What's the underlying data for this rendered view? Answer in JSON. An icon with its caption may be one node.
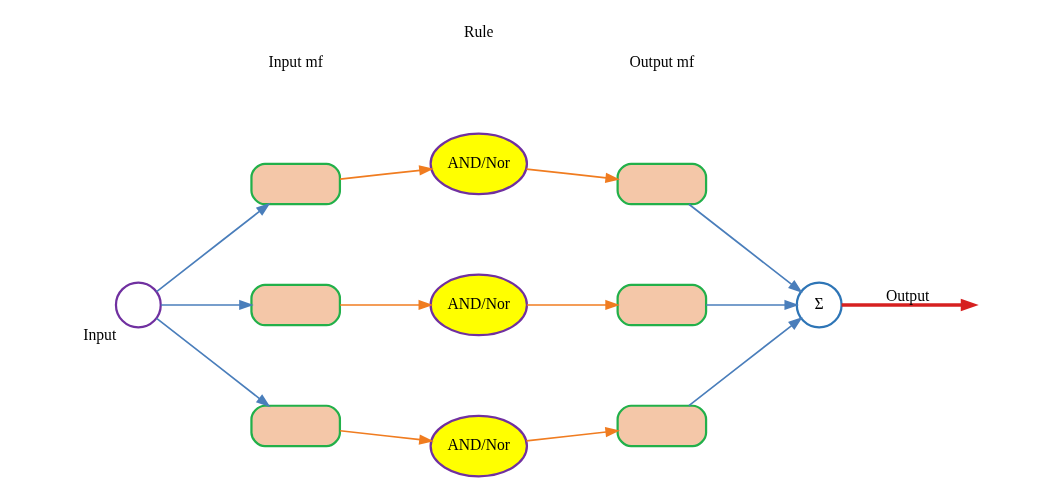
{
  "diagram": {
    "nodes": [
      {
        "text": [],
        "shape": "circle",
        "beside": [
          "Input"
        ]
      },
      {
        "text": [],
        "shape": "box"
      },
      {
        "text": [],
        "shape": "box"
      },
      {
        "text": [],
        "shape": "box"
      },
      {
        "text": [
          "AND/Nor"
        ]
      },
      {
        "text": [
          "AND/Nor"
        ]
      },
      {
        "text": [
          "AND/Nor"
        ]
      },
      {
        "text": [],
        "shape": "box"
      },
      {
        "text": [],
        "shape": "box"
      },
      {
        "text": [],
        "shape": "box"
      },
      {
        "text": [
          "Σ"
        ]
      }
    ],
    "edges": [
      {
        "from": 0,
        "to": 1,
        "arrow": "to",
        "color": "#4a7ebb"
      },
      {
        "from": 0,
        "to": 2,
        "arrow": "to",
        "color": "#4a7ebb"
      },
      {
        "from": 0,
        "to": 3,
        "arrow": "to",
        "color": "#4a7ebb"
      },
      {
        "from": 1,
        "to": 4,
        "arrow": "to",
        "color": "#f07c20"
      },
      {
        "from": 2,
        "to": 5,
        "arrow": "to",
        "color": "#f07c20"
      },
      {
        "from": 3,
        "to": 6,
        "arrow": "to",
        "color": "#f07c20"
      },
      {
        "from": 4,
        "to": 7,
        "arrow": "to",
        "color": "#f07c20"
      },
      {
        "from": 5,
        "to": 8,
        "arrow": "to",
        "color": "#f07c20"
      },
      {
        "from": 6,
        "to": 9,
        "arrow": "to",
        "color": "#f07c20"
      },
      {
        "from": 7,
        "to": 10,
        "arrow": "to",
        "color": "#4a7ebb"
      },
      {
        "from": 8,
        "to": 10,
        "arrow": "to",
        "color": "#4a7ebb"
      },
      {
        "from": 9,
        "to": 10,
        "arrow": "to",
        "color": "#4a7ebb"
      },
      {
        "from": 10,
        "to": null,
        "arrow": "to",
        "label": "Output",
        "style": "thick",
        "color": "#d62020"
      }
    ],
    "labels": [
      "Input mf",
      "Rule",
      "Output mf"
    ]
  }
}
